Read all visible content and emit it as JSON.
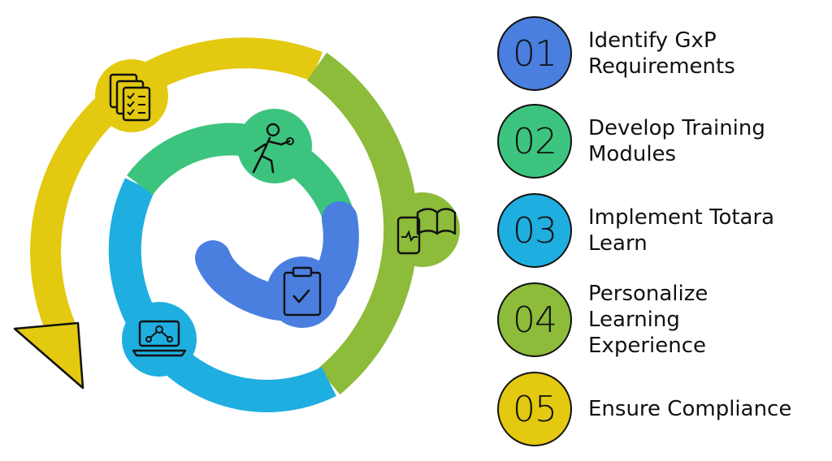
{
  "colors": {
    "yellow": "#E3C90F",
    "green": "#8DBB3A",
    "teal": "#3CC47E",
    "blue": "#4A7FE0",
    "cyan": "#1FAEE0"
  },
  "steps": [
    {
      "number": "01",
      "label": "Identify GxP\nRequirements",
      "color": "#4A7FE0",
      "icon": "clipboard-check-icon"
    },
    {
      "number": "02",
      "label": "Develop Training\nModules",
      "color": "#3CC47E",
      "icon": "runner-icon"
    },
    {
      "number": "03",
      "label": "Implement Totara\nLearn",
      "color": "#1FAEE0",
      "icon": "laptop-network-icon"
    },
    {
      "number": "04",
      "label": "Personalize\nLearning\nExperience",
      "color": "#8DBB3A",
      "icon": "mobile-book-icon"
    },
    {
      "number": "05",
      "label": "Ensure Compliance",
      "color": "#E3C90F",
      "icon": "documents-checklist-icon"
    }
  ]
}
